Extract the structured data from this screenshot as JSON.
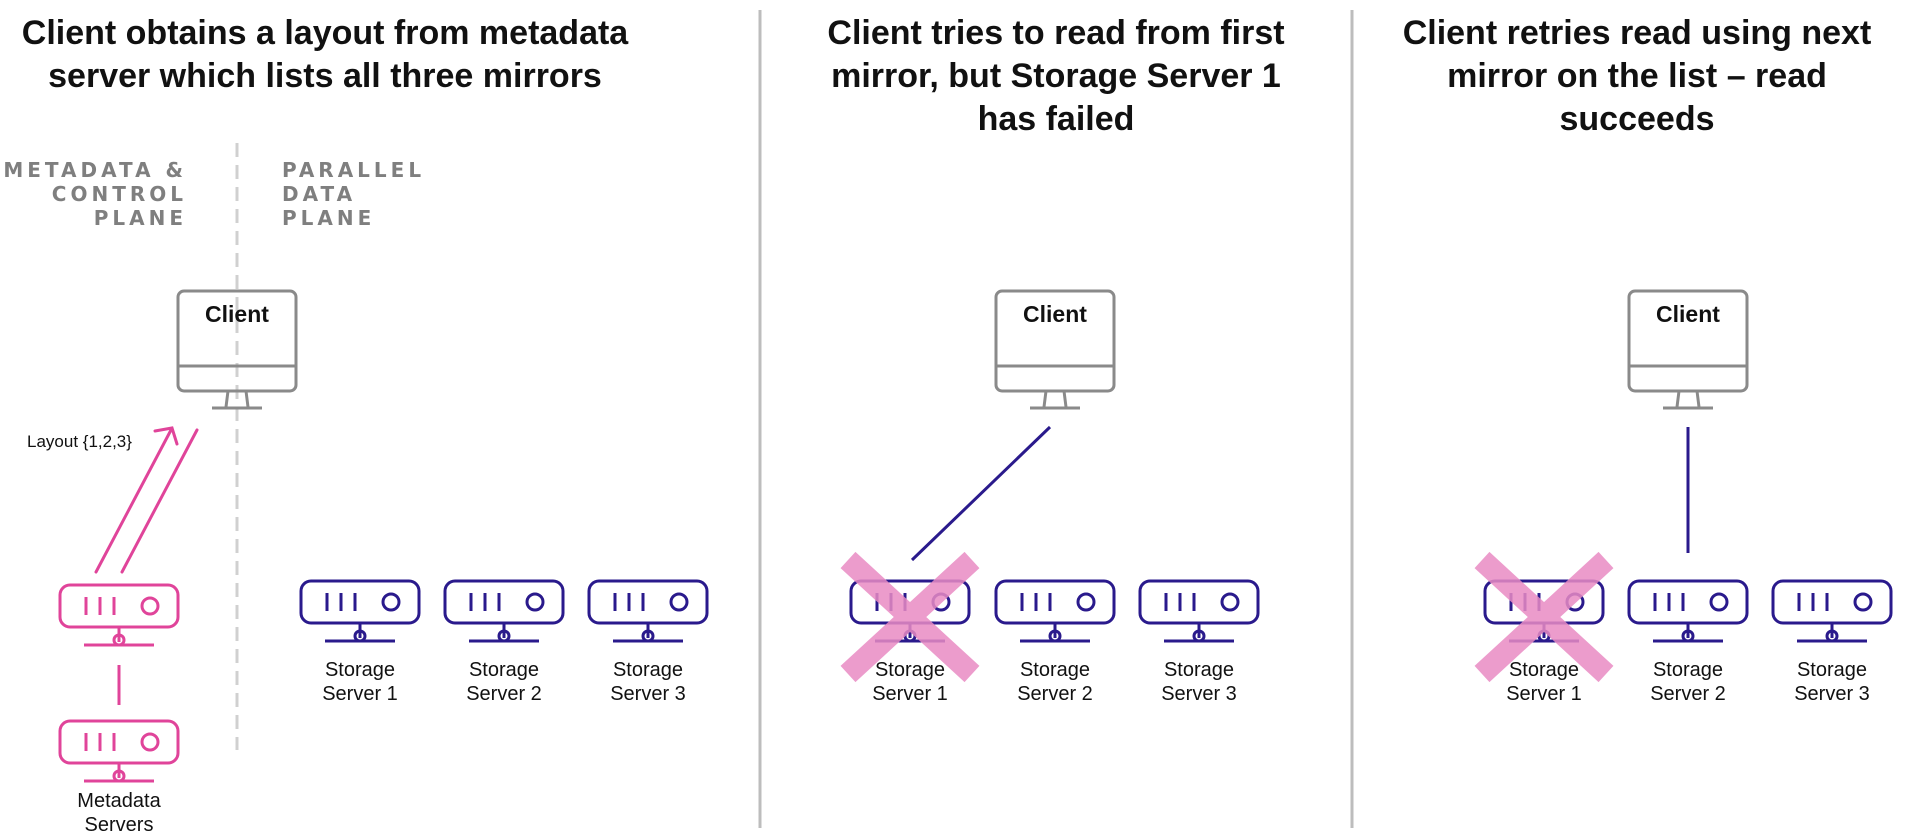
{
  "colors": {
    "storage": "#2a1a8c",
    "metadata": "#e0449a",
    "client": "#8a8a8a",
    "cross": "#e98bc4",
    "divider": "#bdbdbd"
  },
  "panels": [
    {
      "title_line1": "Client obtains a layout from metadata",
      "title_line2": "server which lists all three mirrors",
      "client_label": "Client",
      "plane_left": [
        "METADATA &",
        "CONTROL",
        "PLANE"
      ],
      "plane_right": [
        "PARALLEL",
        "DATA",
        "PLANE"
      ],
      "layout_annotation": "Layout {1,2,3}",
      "metadata_label": [
        "Metadata",
        "Servers"
      ],
      "servers": [
        [
          "Storage",
          "Server 1"
        ],
        [
          "Storage",
          "Server 2"
        ],
        [
          "Storage",
          "Server 3"
        ]
      ]
    },
    {
      "title_line1": "Client tries to read from first",
      "title_line2": "mirror, but Storage Server 1",
      "title_line3": "has failed",
      "client_label": "Client",
      "failed_server": 1,
      "read_target": 1,
      "servers": [
        [
          "Storage",
          "Server 1"
        ],
        [
          "Storage",
          "Server 2"
        ],
        [
          "Storage",
          "Server 3"
        ]
      ]
    },
    {
      "title_line1": "Client retries read using next",
      "title_line2": "mirror on the list – read",
      "title_line3": "succeeds",
      "client_label": "Client",
      "failed_server": 1,
      "read_target": 2,
      "servers": [
        [
          "Storage",
          "Server 1"
        ],
        [
          "Storage",
          "Server 2"
        ],
        [
          "Storage",
          "Server 3"
        ]
      ]
    }
  ]
}
